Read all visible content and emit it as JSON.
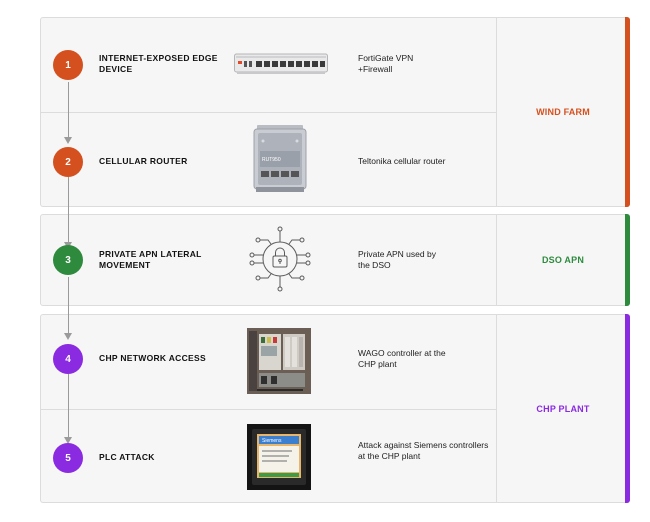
{
  "zones": [
    {
      "label": "WIND FARM",
      "color": "#d4501f"
    },
    {
      "label": "DSO APN",
      "color": "#2e8b3e"
    },
    {
      "label": "CHP PLANT",
      "color": "#8a2be2"
    }
  ],
  "steps": [
    {
      "number": "1",
      "title": "INTERNET-EXPOSED EDGE DEVICE",
      "description": "FortiGate VPN +Firewall",
      "icon": "fortigate-appliance-image",
      "color": "#d4501f"
    },
    {
      "number": "2",
      "title": "CELLULAR ROUTER",
      "description": "Teltonika cellular router",
      "icon": "teltonika-router-image",
      "device_label": "RUT950",
      "color": "#d4501f"
    },
    {
      "number": "3",
      "title": "PRIVATE APN LATERAL MOVEMENT",
      "description": "Private APN used by the DSO",
      "icon": "padlock-circuit-icon",
      "color": "#2e8b3e"
    },
    {
      "number": "4",
      "title": "CHP NETWORK ACCESS",
      "description": "WAGO controller at the CHP plant",
      "icon": "wago-controller-photo",
      "color": "#8a2be2"
    },
    {
      "number": "5",
      "title": "PLC ATTACK",
      "description": "Attack against Siemens controllers at the CHP plant",
      "icon": "siemens-hmi-photo",
      "screen_text": "Siemens",
      "color": "#8a2be2"
    }
  ]
}
